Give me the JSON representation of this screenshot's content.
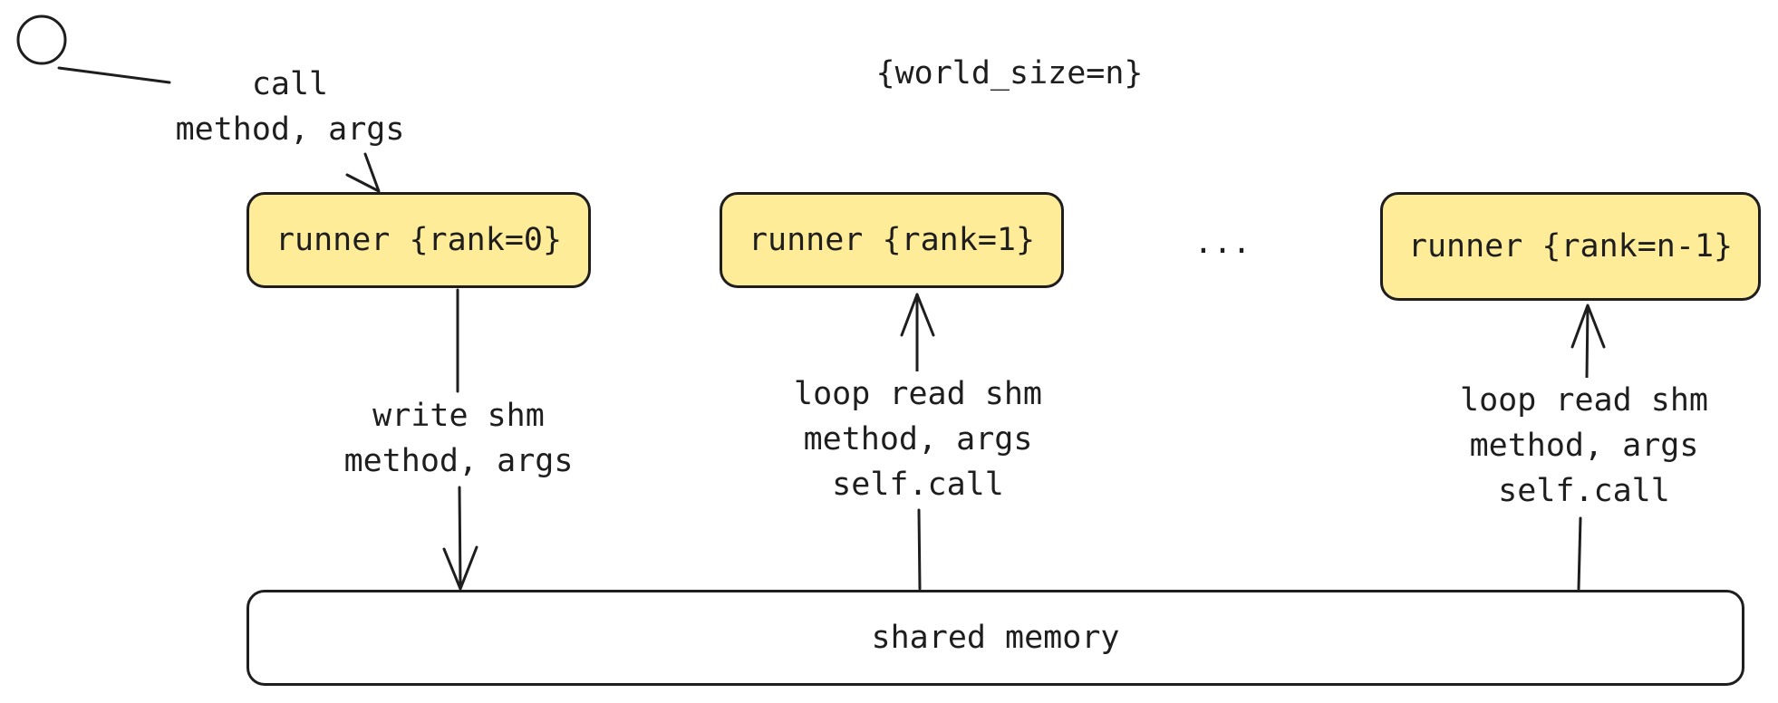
{
  "diagram": {
    "world_size_label": "{world_size=n}",
    "actor_label": "call\nmethod, args",
    "ellipsis": "...",
    "runners": [
      {
        "label": "runner {rank=0}"
      },
      {
        "label": "runner {rank=1}"
      },
      {
        "label": "runner {rank=n-1}"
      }
    ],
    "edges": {
      "write": "write shm\nmethod, args",
      "read_1": "loop read shm\nmethod, args\nself.call",
      "read_n1": "loop read shm\nmethod, args\nself.call"
    },
    "shared_memory_label": "shared memory",
    "colors": {
      "runner_fill": "#ffec99",
      "stroke": "#1e1e1e",
      "background": "#ffffff"
    }
  }
}
